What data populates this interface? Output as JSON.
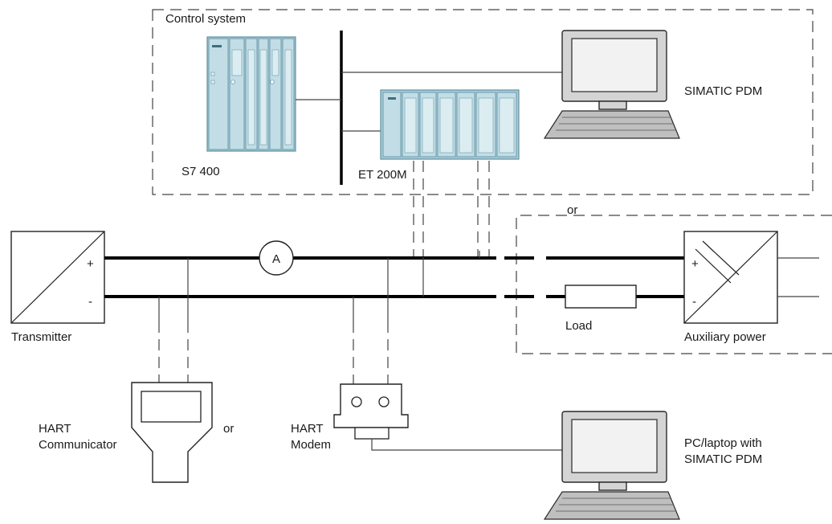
{
  "labels": {
    "control_system": "Control system",
    "s7_400": "S7 400",
    "et_200m": "ET 200M",
    "simatic_pdm": "SIMATIC PDM",
    "or_top": "or",
    "plus_left": "+",
    "minus_left": "-",
    "transmitter": "Transmitter",
    "ammeter": "A",
    "plus_right": "+",
    "minus_right": "-",
    "load": "Load",
    "auxiliary_power": "Auxiliary power",
    "hart_communicator_line1": "HART",
    "hart_communicator_line2": "Communicator",
    "or_bottom": "or",
    "hart_modem_line1": "HART",
    "hart_modem_line2": "Modem",
    "pc_line1": "PC/laptop with",
    "pc_line2": "SIMATIC PDM"
  },
  "colors": {
    "plc_fill": "#a9cdd9",
    "line": "#000000",
    "frame": "#444444"
  },
  "icons": [
    "plc-s7-400-icon",
    "plc-et200m-icon",
    "computer-monitor-icon",
    "hart-communicator-icon",
    "hart-modem-icon",
    "transmitter-icon",
    "auxiliary-power-icon",
    "load-resistor-icon",
    "ammeter-icon"
  ]
}
